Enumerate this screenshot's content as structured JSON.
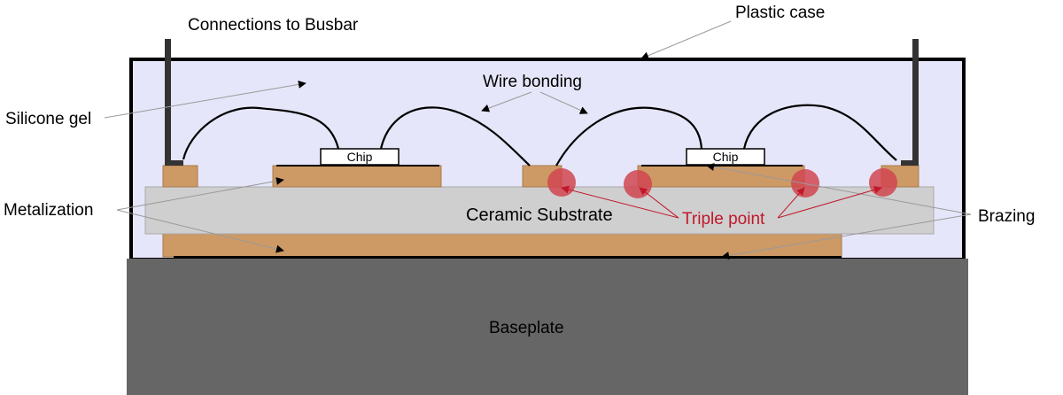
{
  "labels": {
    "connections": "Connections to Busbar",
    "plastic_case": "Plastic case",
    "silicone_gel": "Silicone gel",
    "wire_bonding": "Wire  bonding",
    "chip_left": "Chip",
    "chip_right": "Chip",
    "metalization": "Metalization",
    "ceramic_substrate": "Ceramic Substrate",
    "triple_point": "Triple point",
    "brazing": "Brazing",
    "baseplate": "Baseplate"
  },
  "colors": {
    "gel": "#e6e6fa",
    "copper": "#cd9965",
    "copper_edge": "#a87a4c",
    "ceramic": "#cfcfcf",
    "baseplate": "#666666",
    "triple_point": "#d0454f",
    "triple_point_text": "#c0182a",
    "case_outline": "#000000"
  }
}
